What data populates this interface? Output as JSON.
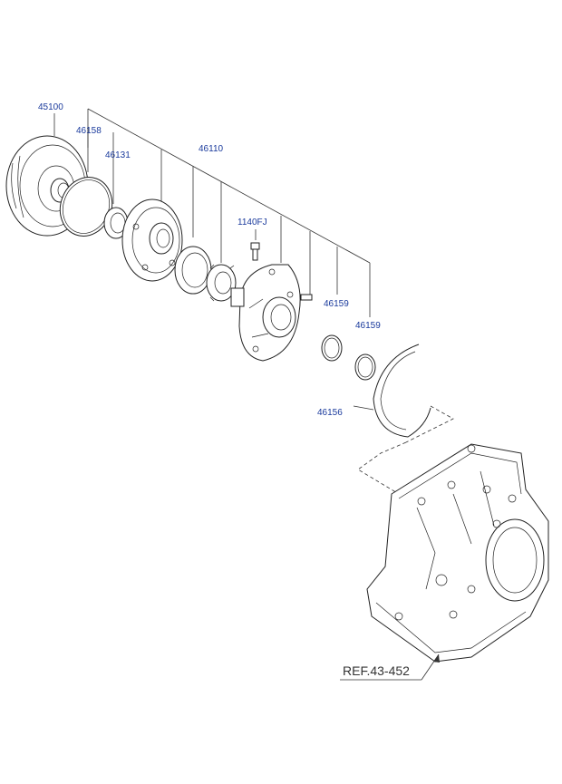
{
  "labels": {
    "p45100": "45100",
    "p46158": "46158",
    "p46131": "46131",
    "p46110": "46110",
    "p1140fj": "1140FJ",
    "p46159a": "46159",
    "p46159b": "46159",
    "p46156": "46156",
    "ref": "REF.43-452"
  },
  "colors": {
    "label": "#1a3a9c",
    "line": "#333333"
  }
}
